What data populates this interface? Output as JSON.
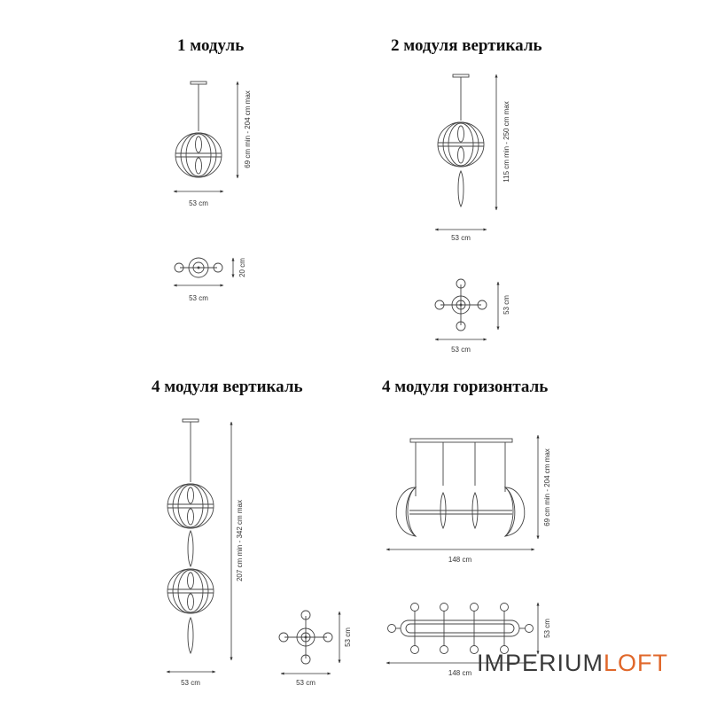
{
  "sections": {
    "one_module": {
      "title": "1 модуль",
      "height_dim": "69 cm min - 204 cm max",
      "width_dim": "53 cm",
      "top_width_dim": "53 cm",
      "top_depth_dim": "20 cm"
    },
    "two_vertical": {
      "title": "2 модуля вертикаль",
      "height_dim": "115 cm min - 250 cm max",
      "width_dim": "53 cm",
      "top_width_dim": "53 cm",
      "top_depth_dim": "53 cm"
    },
    "four_vertical": {
      "title": "4 модуля вертикаль",
      "height_dim": "207 cm min - 342 cm max",
      "width_dim": "53 cm",
      "top_width_dim": "53 cm",
      "top_depth_dim": "53 cm"
    },
    "four_horizontal": {
      "title": "4 модуля горизонталь",
      "height_dim": "69 cm min - 204 cm max",
      "width_dim": "148 cm",
      "top_width_dim": "148 cm",
      "top_depth_dim": "53 cm"
    }
  },
  "logo": {
    "part1": "IMPERIUM",
    "part2": "LOFT",
    "color_part2": "#e0672a"
  }
}
